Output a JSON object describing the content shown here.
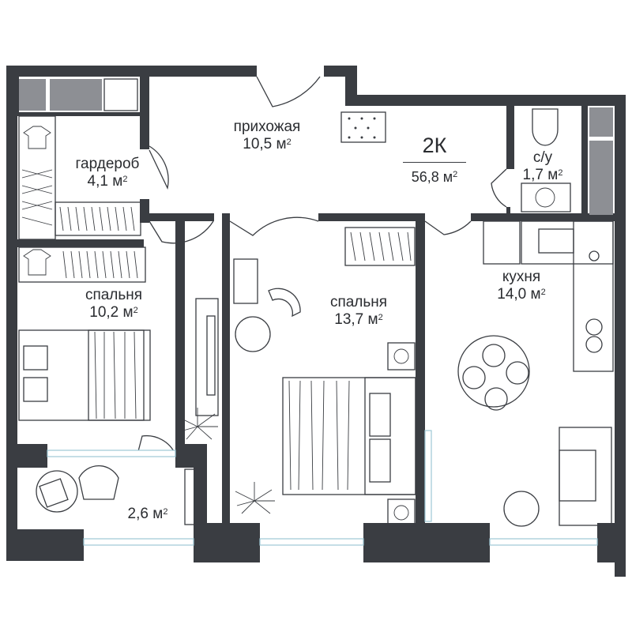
{
  "plan": {
    "type": "2К",
    "total_area": "56,8 м",
    "area_unit_sup": "2",
    "rooms": [
      {
        "id": "hallway",
        "name": "прихожая",
        "area": "10,5 м"
      },
      {
        "id": "wardrobe",
        "name": "гардероб",
        "area": "4,1 м"
      },
      {
        "id": "bathroom",
        "name": "с/у",
        "area": "1,7 м"
      },
      {
        "id": "bedroom-small",
        "name": "спальня",
        "area": "10,2 м"
      },
      {
        "id": "bedroom-large",
        "name": "спальня",
        "area": "13,7 м"
      },
      {
        "id": "kitchen",
        "name": "кухня",
        "area": "14,0 м"
      },
      {
        "id": "balcony",
        "name": "",
        "area": "2,6 м"
      }
    ]
  },
  "colors": {
    "wall": "#3a3d42",
    "window": "#9ec9d6",
    "accent_grey": "#8d8f94"
  }
}
